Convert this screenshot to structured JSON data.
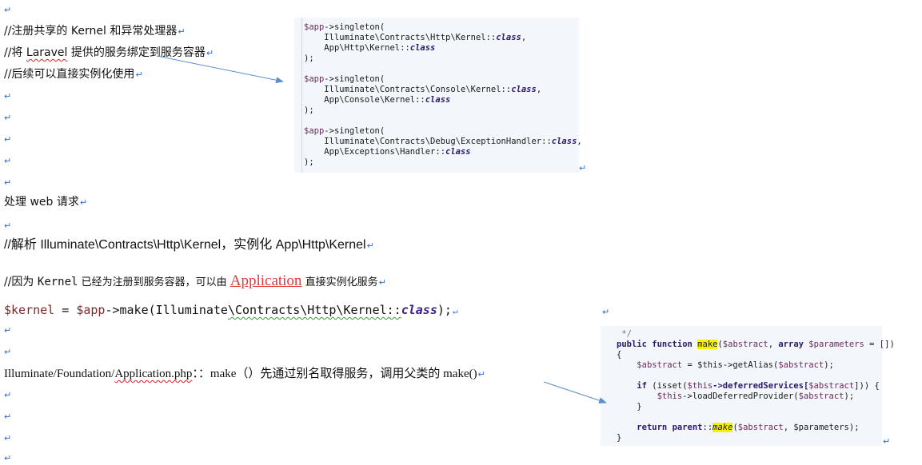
{
  "paragraph_mark": "↵",
  "lines": {
    "comment1": "//注册共享的 Kernel 和异常处理器",
    "comment2_prefix": "//将 ",
    "comment2_laravel": "Laravel",
    "comment2_suffix": " 提供的服务绑定到服务容器",
    "comment3": "//后续可以直接实例化使用",
    "web_request": "处理 web 请求",
    "resolve": "//解析 Illuminate\\Contracts\\Http\\Kernel，实例化 App\\Http\\Kernel",
    "because_prefix": "//因为 ",
    "because_kernel": "Kernel",
    "because_mid": " 已经为注册到服务容器，可以由 ",
    "because_app": "Application",
    "because_suffix": " 直接实例化服务",
    "code_var": "$kernel",
    "code_eq": " = ",
    "code_app": "$app",
    "code_make": "->make(Illuminate",
    "code_ns": "\\Contracts\\Http\\Kernel::",
    "code_class": "class",
    "code_end": ");",
    "app_path_a": "Illuminate/Foundation/",
    "app_path_b": "Application.php",
    "app_path_c": "：：make（）先通过别名取得服务，调用父类的 make()"
  },
  "code_panel_1": {
    "blocks": [
      {
        "app": "$app",
        "call": "->singleton(",
        "contract": "Illuminate\\Contracts\\Http\\Kernel::",
        "impl": "App\\Http\\Kernel::",
        "kw": "class",
        "close": ");"
      },
      {
        "app": "$app",
        "call": "->singleton(",
        "contract": "Illuminate\\Contracts\\Console\\Kernel::",
        "impl": "App\\Console\\Kernel::",
        "kw": "class",
        "close": ");"
      },
      {
        "app": "$app",
        "call": "->singleton(",
        "contract": "Illuminate\\Contracts\\Debug\\ExceptionHandler::",
        "impl": "App\\Exceptions\\Handler::",
        "kw": "class",
        "close": ");"
      }
    ]
  },
  "code_panel_2": {
    "comment_close": " */",
    "public": "public",
    "function": "function",
    "make": "make",
    "abstract": "$abstract",
    "array": "array",
    "parameters": "$parameters",
    "default": " = [])",
    "open": "{",
    "close": "}",
    "alias_line": " = $this->getAlias(",
    "if_kw": "if",
    "isset": "(isset(",
    "this": "$this",
    "deferred": "->deferredServices[",
    "deferred_close": "])) {",
    "load": "->loadDeferredProvider(",
    "load_close": ");",
    "inner_close": "}",
    "return_kw": "return",
    "parent_kw": "parent",
    "dcolon": "::",
    "return_args": ", $parameters);"
  },
  "colors": {
    "paragraph_mark": "#2f6bd4",
    "arrow": "#5b8fcf",
    "highlight": "#f7f200",
    "spell_underline": "#e02020",
    "application_red": "#e03a3a"
  }
}
